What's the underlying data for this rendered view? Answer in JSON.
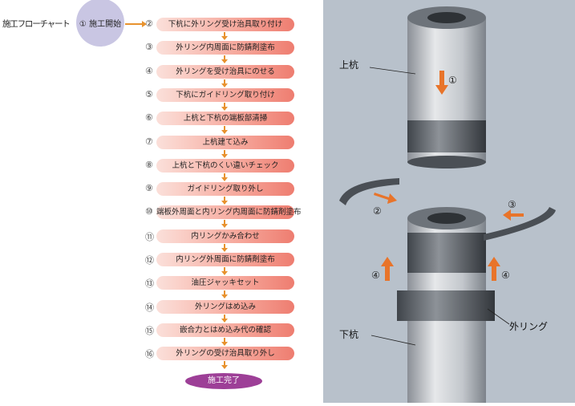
{
  "title": "施工フローチャート",
  "start": "① 施工開始",
  "steps": [
    {
      "num": "②",
      "label": "下杭に外リング受け治具取り付け"
    },
    {
      "num": "③",
      "label": "外リング内周面に防錆剤塗布"
    },
    {
      "num": "④",
      "label": "外リングを受け治具にのせる"
    },
    {
      "num": "⑤",
      "label": "下杭にガイドリング取り付け"
    },
    {
      "num": "⑥",
      "label": "上杭と下杭の端板部清掃"
    },
    {
      "num": "⑦",
      "label": "上杭建て込み"
    },
    {
      "num": "⑧",
      "label": "上杭と下杭のくい違いチェック"
    },
    {
      "num": "⑨",
      "label": "ガイドリング取り外し"
    },
    {
      "num": "⑩",
      "label": "端板外周面と内リング内周面に防錆剤塗布"
    },
    {
      "num": "⑪",
      "label": "内リングかみ合わせ"
    },
    {
      "num": "⑫",
      "label": "内リング外周面に防錆剤塗布"
    },
    {
      "num": "⑬",
      "label": "油圧ジャッキセット"
    },
    {
      "num": "⑭",
      "label": "外リングはめ込み"
    },
    {
      "num": "⑮",
      "label": "嵌合力とはめ込み代の確認"
    },
    {
      "num": "⑯",
      "label": "外リングの受け治具取り外し"
    }
  ],
  "end": "施工完了",
  "illustration": {
    "upper_pile": "上杭",
    "lower_pile": "下杭",
    "outer_ring": "外リング",
    "n1": "①",
    "n2": "②",
    "n3": "③",
    "n4a": "④",
    "n4b": "④"
  },
  "colors": {
    "arrow": "#e8922e",
    "end": "#9d3f97",
    "start": "#c9c6e3"
  }
}
